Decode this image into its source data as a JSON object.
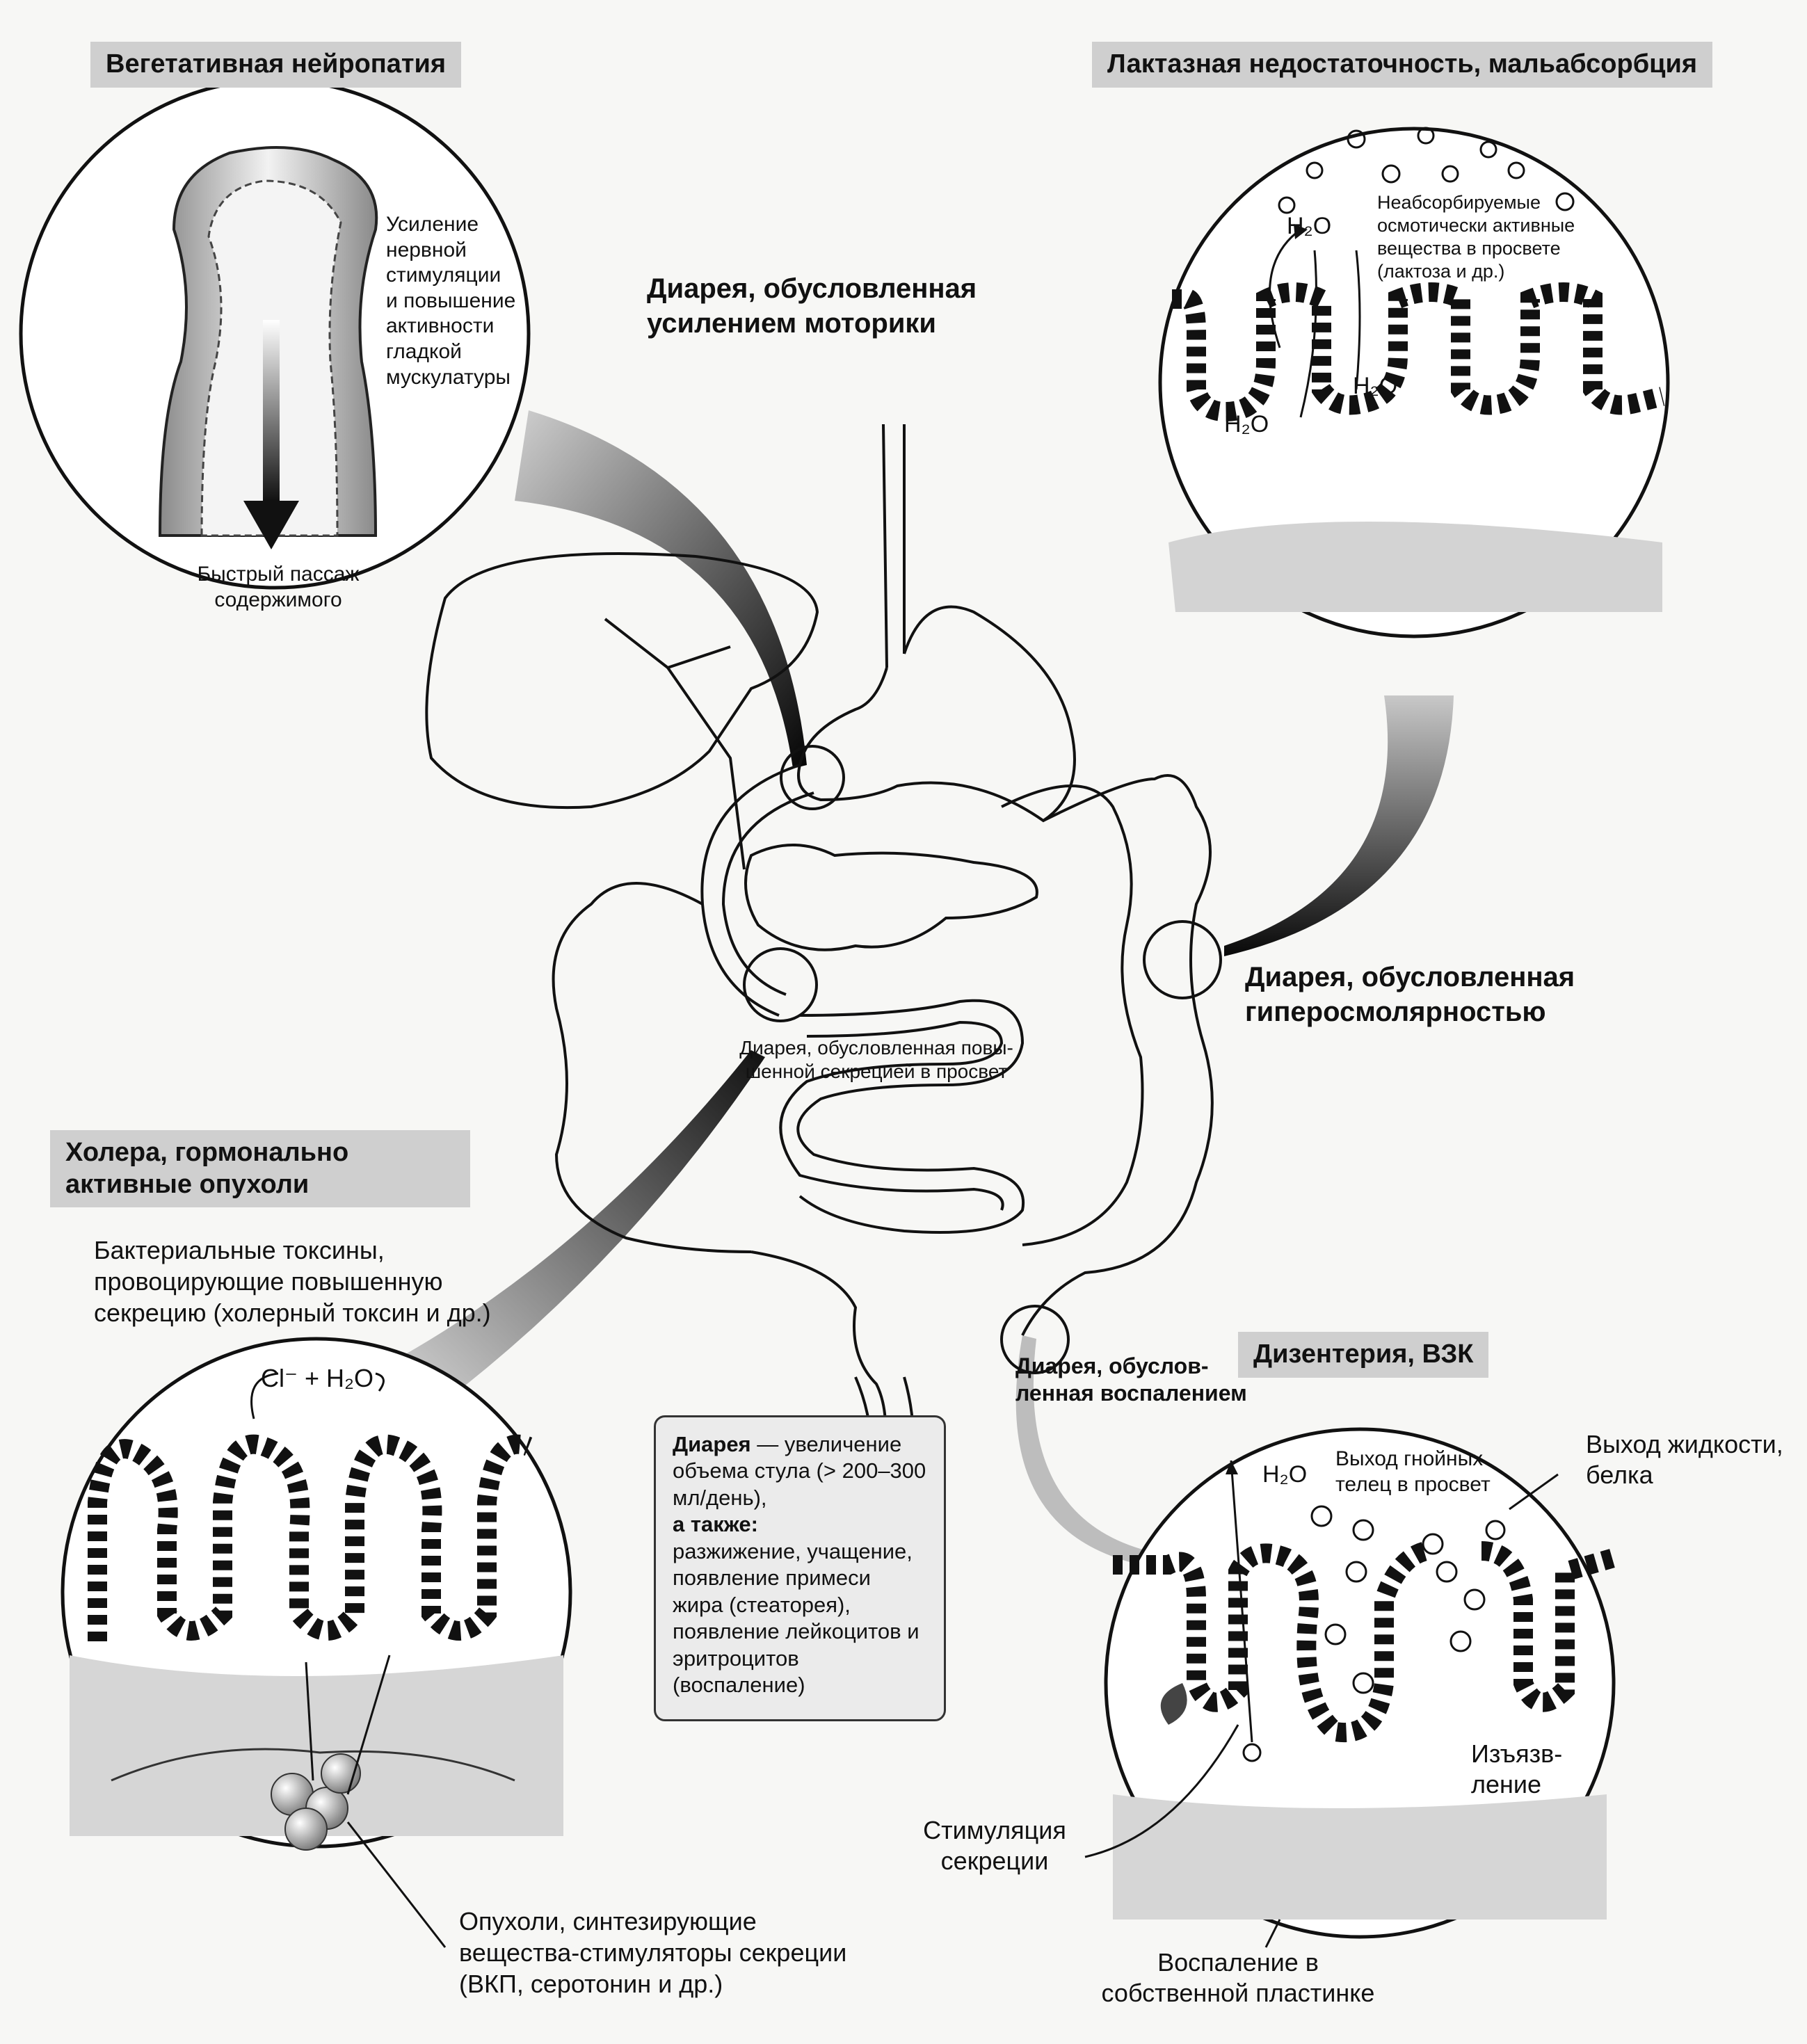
{
  "headers": {
    "neuropathy": "Вегетативная нейропатия",
    "lactase": "Лактазная недостаточность, мальабсорбция",
    "cholera_line1": "Холера, гормонально",
    "cholera_line2": "активные опухоли",
    "dysentery": "Дизентерия, ВЗК"
  },
  "main_labels": {
    "motility_line1": "Диарея, обусловленная",
    "motility_line2": "усилением моторики",
    "hyperosm_line1": "Диарея, обусловленная",
    "hyperosm_line2": "гиперосмолярностью",
    "secretion_line1": "Диарея, обусловленная повы-",
    "secretion_line2": "шенной секрецией в просвет",
    "inflam_line1": "Диарея, обуслов-",
    "inflam_line2": "ленная воспалением"
  },
  "neuropathy": {
    "stim_lines": [
      "Усиление",
      "нервной",
      "стимуляции",
      "и повышение",
      "активности",
      "гладкой",
      "мускулатуры"
    ],
    "passage_line1": "Быстрый пассаж",
    "passage_line2": "содержимого"
  },
  "lactase": {
    "nonabs_line1": "Неабсорбируемые",
    "nonabs_line2": "осмотически активные",
    "nonabs_line3": "вещества в просвете",
    "nonabs_line4": "(лактоза и др.)",
    "water": "H₂O"
  },
  "cholera": {
    "toxin_line1": "Бактериальные токсины,",
    "toxin_line2": "провоцирующие повышенную",
    "toxin_line3": "секрецию (холерный токсин и др.)",
    "ions": "Cl⁻ + H₂O",
    "tumor_line1": "Опухоли, синтезирующие",
    "tumor_line2": "вещества-стимуляторы секреции",
    "tumor_line3": "(ВКП, серотонин и др.)"
  },
  "dysentery": {
    "water": "H₂O",
    "pus_line1": "Выход гнойных",
    "pus_line2": "телец в просвет",
    "fluid_line1": "Выход жидкости,",
    "fluid_line2": "белка",
    "ulcer_line1": "Изъязв-",
    "ulcer_line2": "ление",
    "stim_line1": "Стимуляция",
    "stim_line2": "секреции",
    "lamina_line1": "Воспаление в",
    "lamina_line2": "собственной пластинке"
  },
  "definition": {
    "term": "Диарея",
    "dash_text": " — увеличение объема стула (> 200–300 мл/день),",
    "also": "а также:",
    "details": "разжижение, учащение, появление примеси жира (стеаторея), появление лейкоцитов и эритроцитов (воспаление)"
  }
}
